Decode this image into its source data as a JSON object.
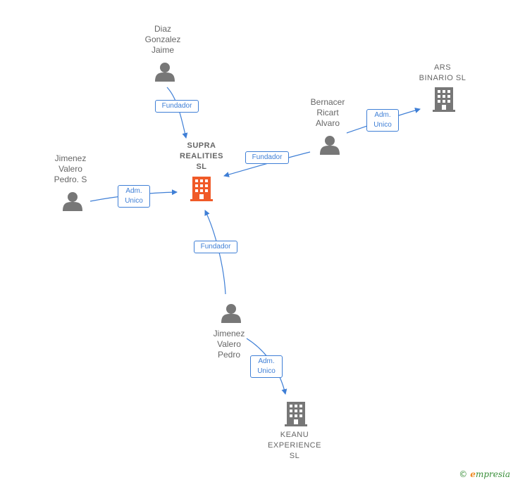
{
  "nodes": {
    "diaz": {
      "label": "Diaz\nGonzalez\nJaime"
    },
    "ars": {
      "label": "ARS\nBINARIO  SL"
    },
    "bernacer": {
      "label": "Bernacer\nRicart\nAlvaro"
    },
    "supra": {
      "label": "SUPRA\nREALITIES\nSL"
    },
    "jimenez_s": {
      "label": "Jimenez\nValero\nPedro.  S"
    },
    "jimenez": {
      "label": "Jimenez\nValero\nPedro"
    },
    "keanu": {
      "label": "KEANU\nEXPERIENCE\nSL"
    }
  },
  "edges": {
    "diaz_supra": "Fundador",
    "bernacer_ars": "Adm.\nUnico",
    "bernacer_supra": "Fundador",
    "jimenez_s_supra": "Adm.\nUnico",
    "jimenez_supra": "Fundador",
    "jimenez_keanu": "Adm.\nUnico"
  },
  "colors": {
    "edge": "#3f7fd6",
    "person": "#777777",
    "company": "#777777",
    "main_company": "#f05a28"
  },
  "footer": {
    "copyright": "©",
    "brand_e": "e",
    "brand_rest": "mpresia"
  }
}
